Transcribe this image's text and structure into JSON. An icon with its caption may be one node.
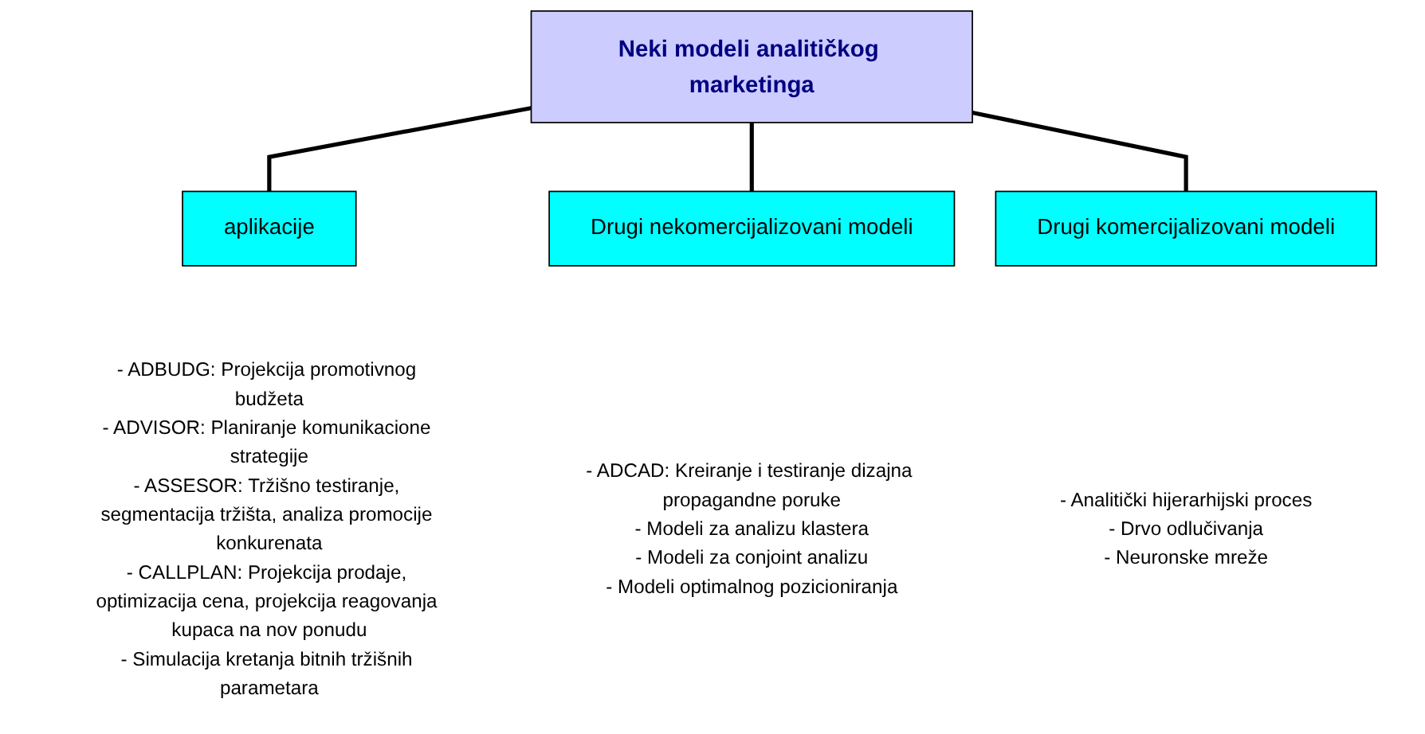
{
  "diagram": {
    "nodes": [
      {
        "text": [
          "Neki modeli analitičkog marketinga"
        ]
      },
      {
        "text": [
          "aplikacije"
        ],
        "beside": [
          "- ADBUDG: Projekcija promotivnog budžeta",
          "- ADVISOR: Planiranje komunikacione strategije",
          "- ASSESOR: Tržišno testiranje, segmentacija tržišta, analiza promocije konkurenata",
          "- CALLPLAN: Projekcija prodaje, optimizacija cena, projekcija reagovanja kupaca na nov ponudu",
          "- Simulacija kretanja bitnih tržišnih parametara"
        ]
      },
      {
        "text": [
          "Drugi nekomercijalizovani modeli"
        ],
        "beside": [
          "- ADCAD: Kreiranje i testiranje dizajna propagandne poruke",
          "- Modeli za analizu klastera",
          "- Modeli za conjoint analizu",
          "- Modeli optimalnog pozicioniranja"
        ]
      },
      {
        "text": [
          "Drugi komercijalizovani modeli"
        ],
        "beside": [
          "- Analitički hijerarhijski proces",
          "- Drvo odlučivanja",
          "- Neuronske mreže"
        ]
      }
    ],
    "edges": [
      {
        "from": 0,
        "to": 1,
        "arrow": "none"
      },
      {
        "from": 0,
        "to": 2,
        "arrow": "none"
      },
      {
        "from": 0,
        "to": 3,
        "arrow": "none"
      }
    ]
  }
}
